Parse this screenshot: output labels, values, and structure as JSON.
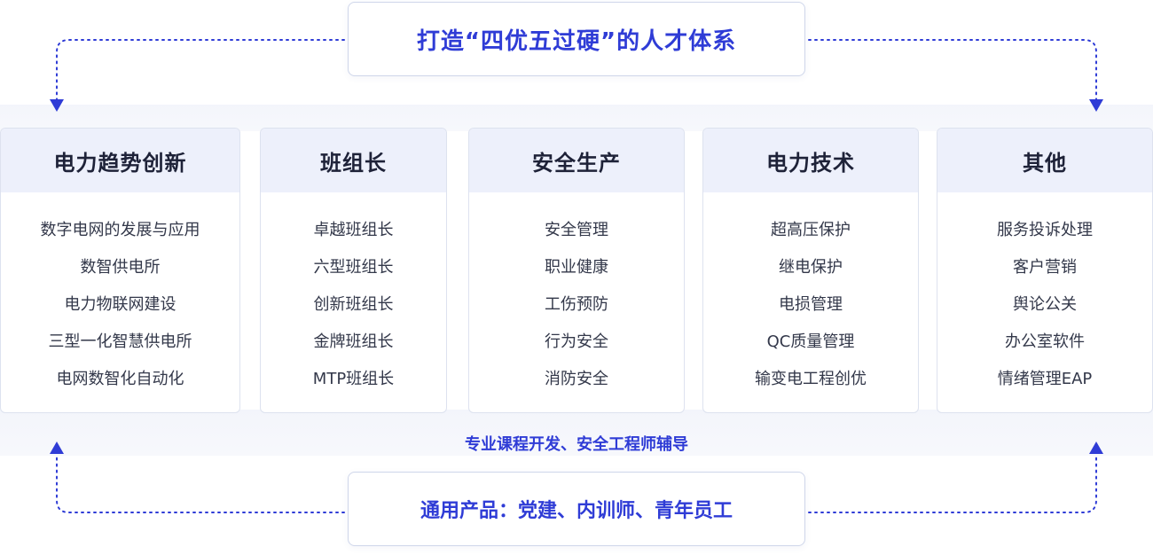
{
  "header": {
    "title": "打造“四优五过硬”的人才体系"
  },
  "categories": [
    {
      "title": "电力趋势创新",
      "items": [
        "数字电网的发展与应用",
        "数智供电所",
        "电力物联网建设",
        "三型一化智慧供电所",
        "电网数智化自动化"
      ]
    },
    {
      "title": "班组长",
      "items": [
        "卓越班组长",
        "六型班组长",
        "创新班组长",
        "金牌班组长",
        "MTP班组长"
      ]
    },
    {
      "title": "安全生产",
      "items": [
        "安全管理",
        "职业健康",
        "工伤预防",
        "行为安全",
        "消防安全"
      ]
    },
    {
      "title": "电力技术",
      "items": [
        "超高压保护",
        "继电保护",
        "电损管理",
        "QC质量管理",
        "输变电工程创优"
      ]
    },
    {
      "title": "其他",
      "items": [
        "服务投诉处理",
        "客户营销",
        "舆论公关",
        "办公室软件",
        "情绪管理EAP"
      ]
    }
  ],
  "subtitle": "专业课程开发、安全工程师辅导",
  "footer": {
    "title": "通用产品：党建、内训师、青年员工"
  },
  "colors": {
    "accent": "#2f3cd6",
    "header_bg": "#edf0fb",
    "border": "#dde2ef"
  }
}
